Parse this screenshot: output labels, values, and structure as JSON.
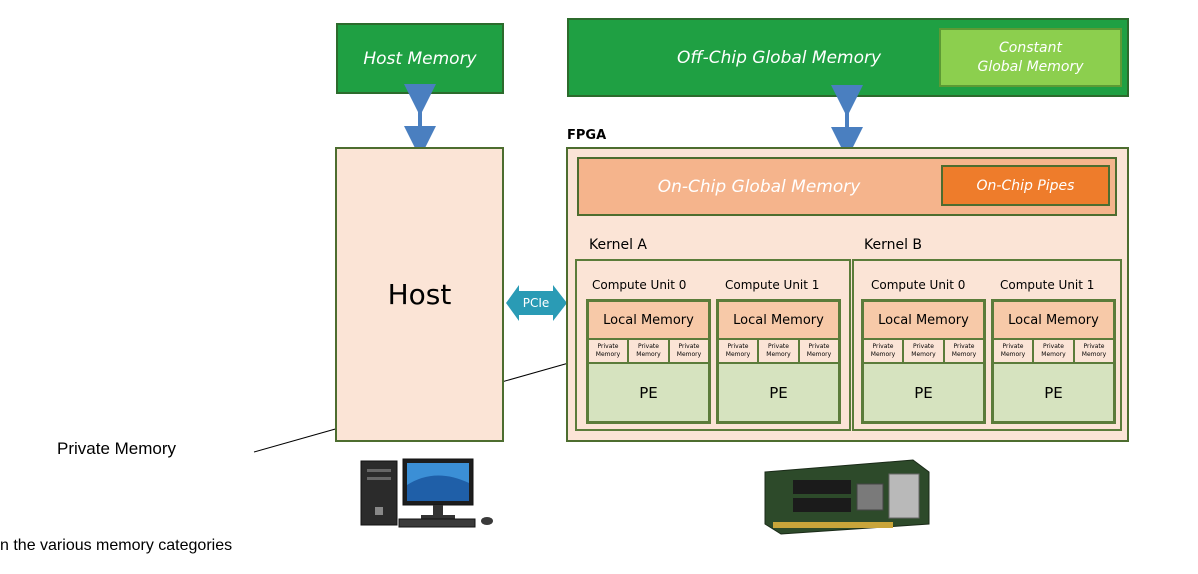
{
  "host_memory": "Host Memory",
  "offchip": {
    "title": "Off-Chip Global Memory",
    "constant": "Constant Global Memory"
  },
  "fpga_label": "FPGA",
  "onchip": {
    "title": "On-Chip Global Memory",
    "pipes": "On-Chip Pipes"
  },
  "host": "Host",
  "pcie": "PCIe",
  "kernels": [
    {
      "label": "Kernel A",
      "units": [
        {
          "label": "Compute Unit 0",
          "local": "Local  Memory",
          "private": [
            "Private Memory",
            "Private Memory",
            "Private Memory"
          ],
          "pe": "PE"
        },
        {
          "label": "Compute Unit 1",
          "local": "Local  Memory",
          "private": [
            "Private Memory",
            "Private Memory",
            "Private Memory"
          ],
          "pe": "PE"
        }
      ]
    },
    {
      "label": "Kernel B",
      "units": [
        {
          "label": "Compute Unit 0",
          "local": "Local  Memory",
          "private": [
            "Private Memory",
            "Private Memory",
            "Private Memory"
          ],
          "pe": "PE"
        },
        {
          "label": "Compute Unit 1",
          "local": "Local  Memory",
          "private": [
            "Private Memory",
            "Private Memory",
            "Private Memory"
          ],
          "pe": "PE"
        }
      ]
    }
  ],
  "annotation": "Private Memory",
  "caption": "n the various memory categories",
  "colors": {
    "green": "#1fa043",
    "peach": "#fbe4d6",
    "orange": "#ee7c2b",
    "arrow": "#4a7fc0",
    "pcie": "#2a9bb5"
  }
}
